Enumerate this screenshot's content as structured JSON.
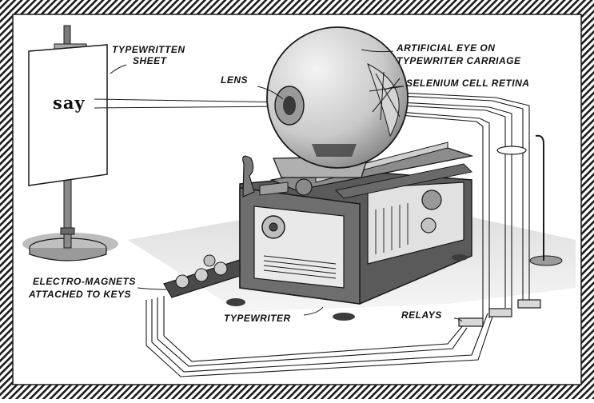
{
  "sheet": {
    "text": "say"
  },
  "labels": {
    "typewritten_sheet_1": "TYPEWRITTEN",
    "typewritten_sheet_2": "SHEET",
    "lens": "LENS",
    "artificial_eye_1": "ARTIFICIAL EYE ON",
    "artificial_eye_2": "TYPEWRITER CARRIAGE",
    "selenium_retina": "SELENIUM CELL RETINA",
    "electro_magnets_1": "ELECTRO-MAGNETS",
    "electro_magnets_2": "ATTACHED TO KEYS",
    "typewriter": "TYPEWRITER",
    "relays": "RELAYS"
  },
  "colors": {
    "ink": "#1a1a1a",
    "paper": "#ffffff",
    "shade": "#9a9a9a",
    "dark": "#4a4a4a"
  }
}
